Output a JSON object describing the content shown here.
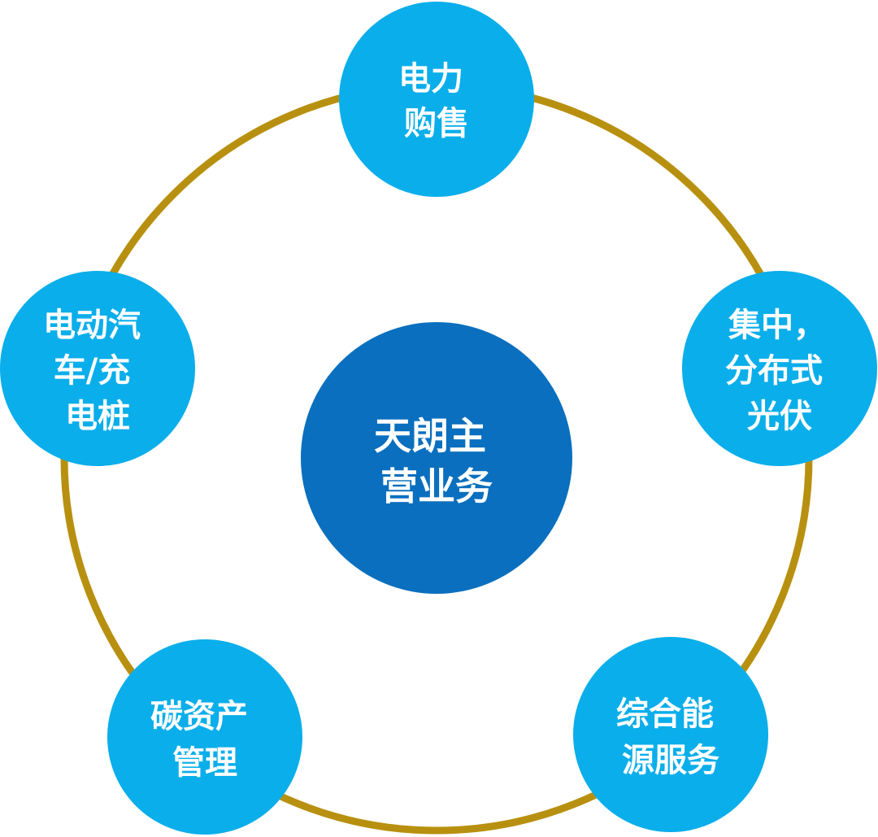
{
  "colors": {
    "ring": "#B8900F",
    "outer_node": "#0AAEEA",
    "center_node": "#0A6FBE",
    "label": "#FFFFFF"
  },
  "center": {
    "lines": [
      "天朗主",
      "营业务"
    ]
  },
  "nodes": [
    {
      "id": "electricity-sales",
      "lines": [
        "电力",
        "购售"
      ]
    },
    {
      "id": "distributed-pv",
      "lines": [
        "集中，",
        "分布式",
        "光伏"
      ]
    },
    {
      "id": "integrated-energy-services",
      "lines": [
        "综合能",
        "源服务"
      ]
    },
    {
      "id": "carbon-asset-management",
      "lines": [
        "碳资产",
        "管理"
      ]
    },
    {
      "id": "ev-charging",
      "lines": [
        "电动汽",
        "车/充",
        "电桩"
      ]
    }
  ]
}
